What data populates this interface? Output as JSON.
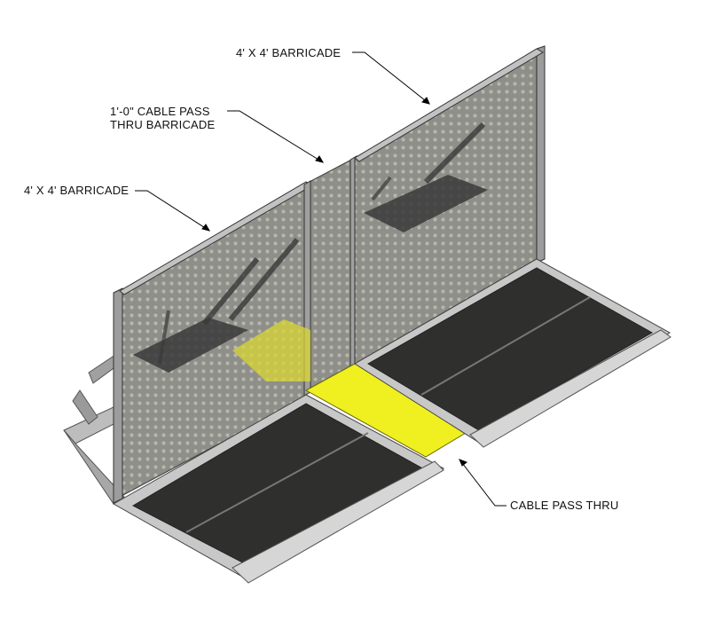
{
  "labels": {
    "top_barricade": "4' X 4' BARRICADE",
    "cable_pass_barricade_line1": "1'-0\" CABLE PASS",
    "cable_pass_barricade_line2": "THRU BARRICADE",
    "left_barricade": "4' X 4' BARRICADE",
    "cable_pass_thru": "CABLE PASS THRU"
  },
  "colors": {
    "frame": "#a9a9a9",
    "frame_dark": "#5c5c5c",
    "mesh": "#8a8a86",
    "deck": "#2f2f2d",
    "ramp": "#cfcfcf",
    "cable_cover": "#f0ef20",
    "leader": "#000000"
  }
}
